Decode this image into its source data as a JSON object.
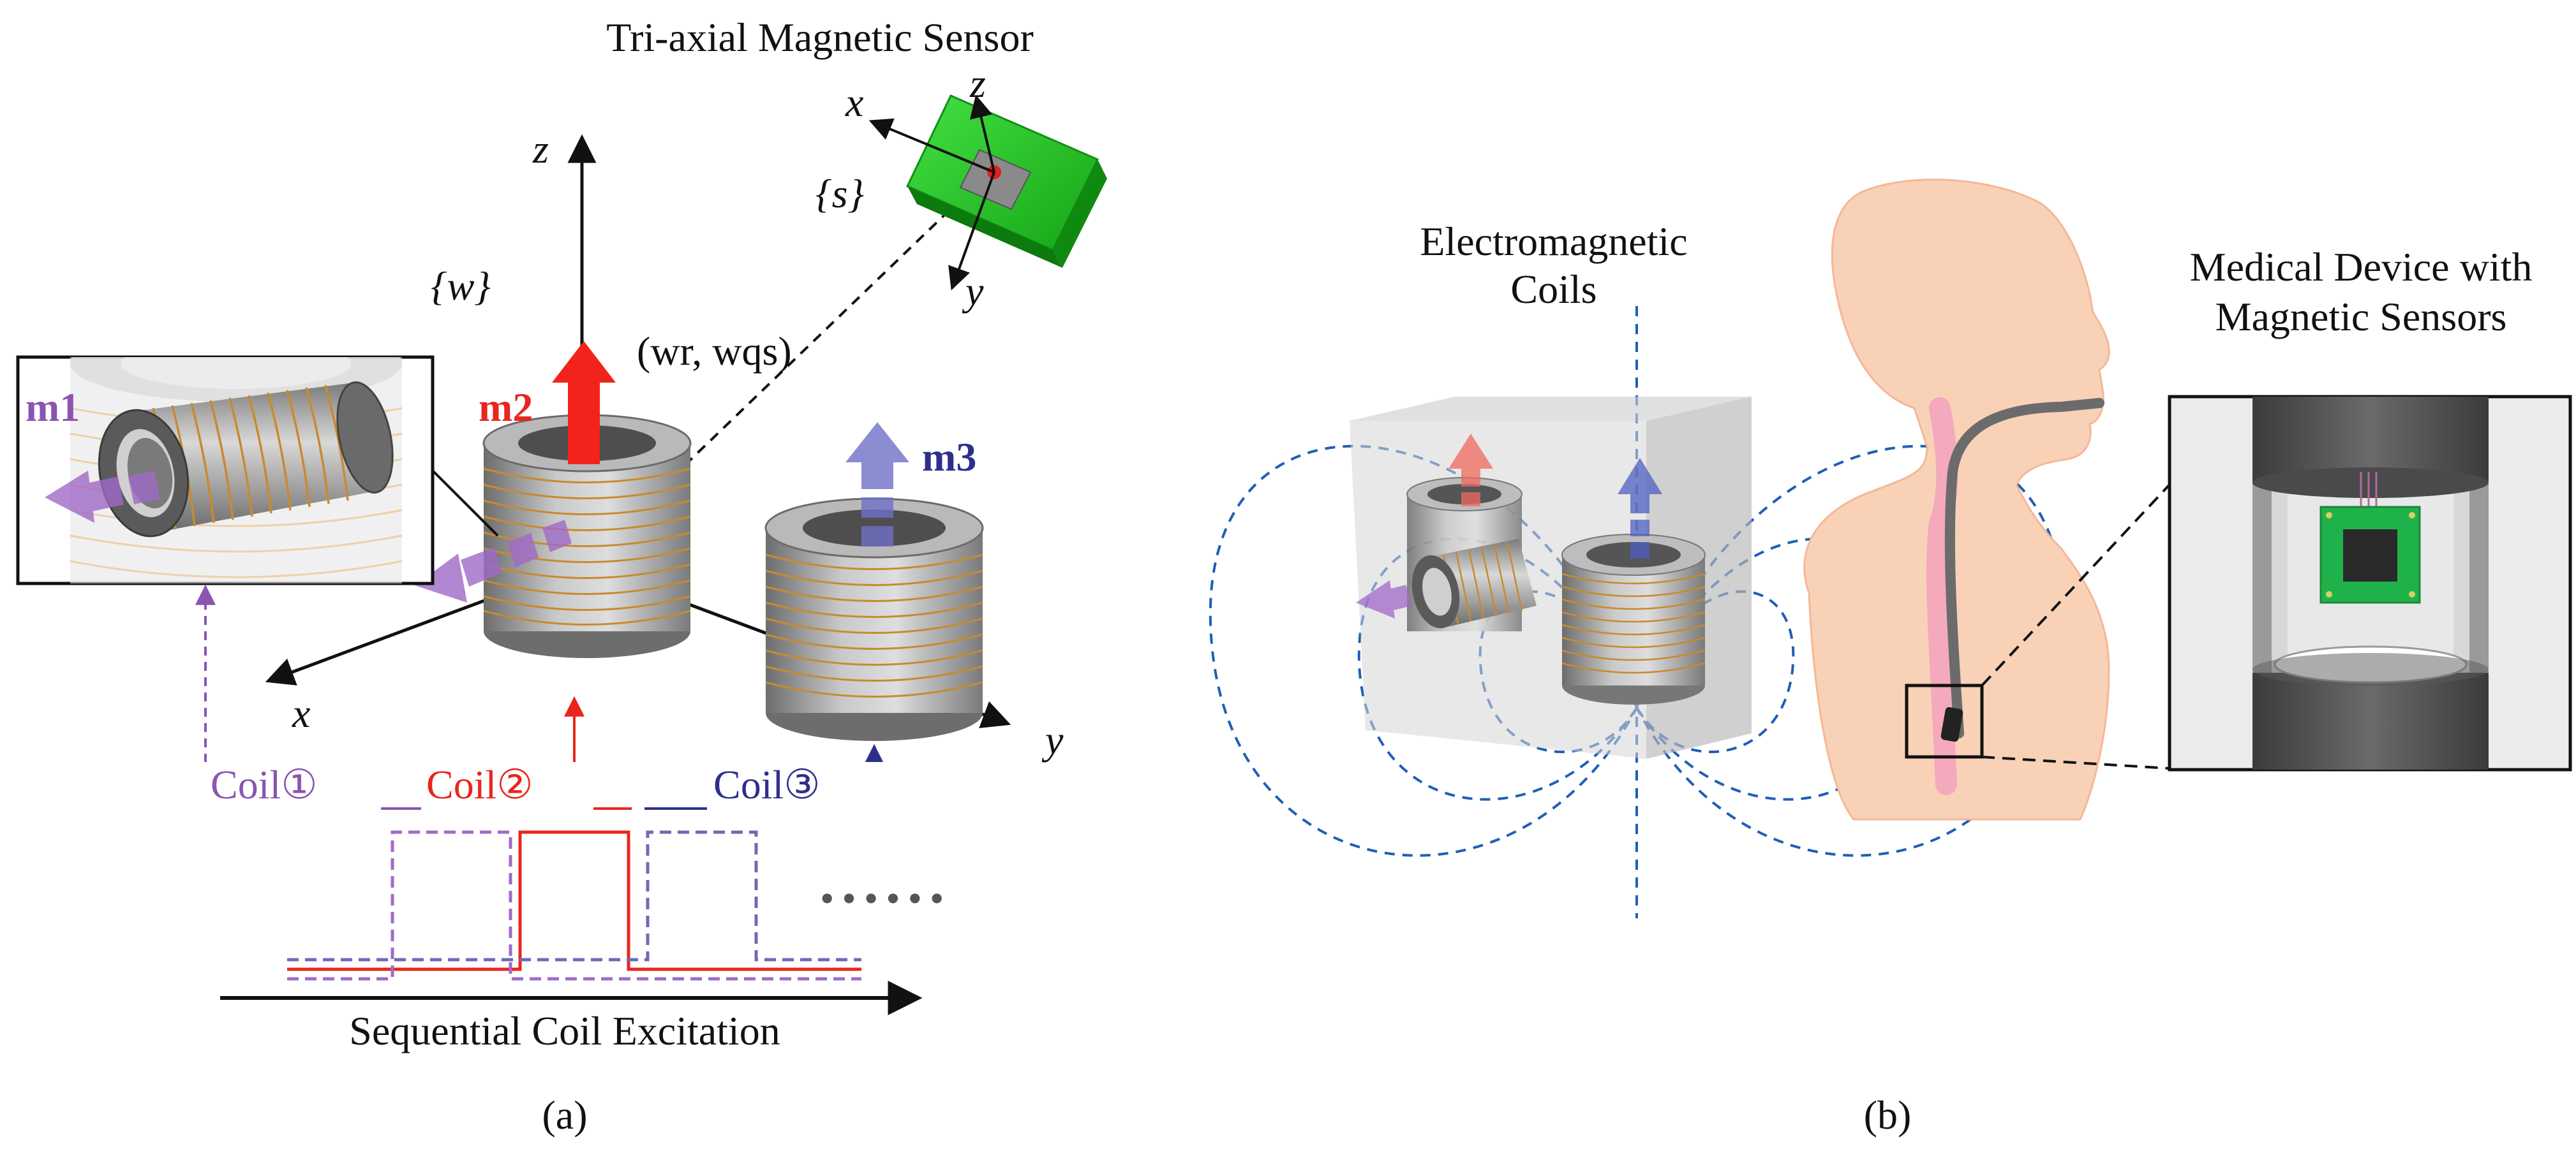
{
  "panel_a": {
    "sensor_title": "Tri-axial Magnetic Sensor",
    "frame_world": "{w}",
    "frame_sensor": "{s}",
    "axis_z": "z",
    "axis_x": "x",
    "axis_y": "y",
    "sensor_axis_x": "x",
    "sensor_axis_y": "y",
    "sensor_axis_z": "z",
    "pose_label": "(wr, wqs)",
    "moment_1": "m1",
    "moment_2": "m2",
    "moment_3": "m3",
    "coil_1_label": "Coil①",
    "coil_2_label": "Coil②",
    "coil_3_label": "Coil③",
    "ellipsis": "••••••",
    "timeline_label": "Sequential Coil Excitation",
    "caption": "(a)"
  },
  "panel_b": {
    "coils_label_line1": "Electromagnetic",
    "coils_label_line2": "Coils",
    "device_label_line1": "Medical Device with",
    "device_label_line2": "Magnetic Sensors",
    "caption": "(b)"
  },
  "colors": {
    "coil1": "#8a55b0",
    "coil2": "#e8261e",
    "coil3": "#2e2f8c",
    "field_line": "#1f5fb5",
    "sensor_green": "#22cc22",
    "skin": "#f9d1b7",
    "copper": "#c88a2e"
  }
}
